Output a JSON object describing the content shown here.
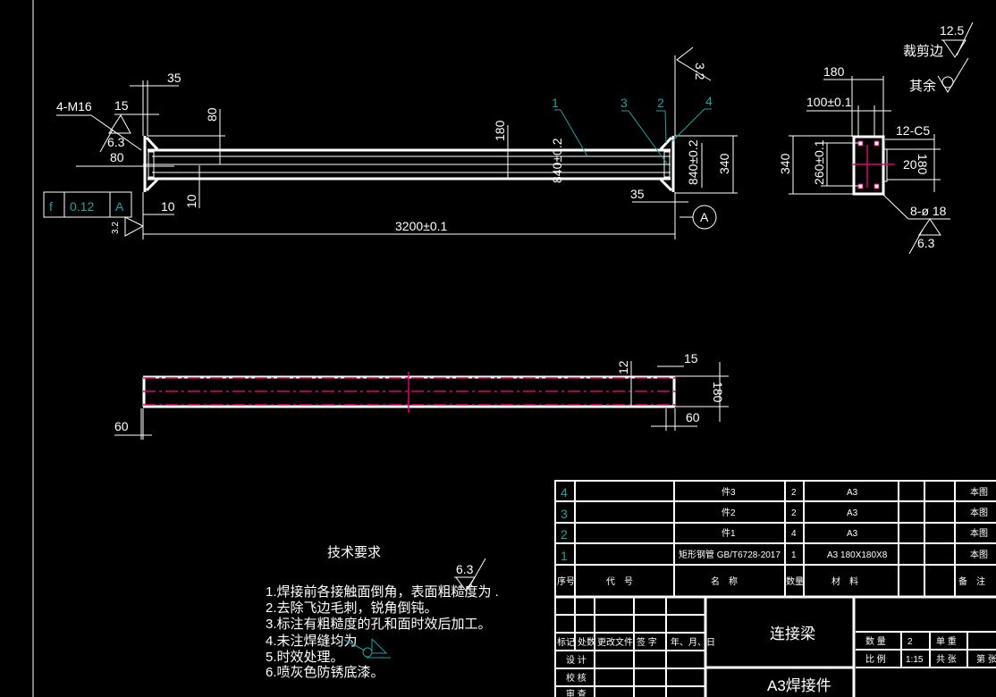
{
  "front_view": {
    "dim_35_top": "35",
    "dim_15": "15",
    "dim_80_v": "80",
    "dim_80": "80",
    "dim_180": "180",
    "dim_10": "10",
    "dim_10_v": "10",
    "dim_3200": "3200±0.1",
    "dim_35_right": "35",
    "dim_840": "840±0.2",
    "dim_340": "340",
    "dim_3_2": "3.2",
    "dim_3_2_left": "3.2",
    "roughness_6_3": "6.3",
    "thread_callout": "4-M16",
    "tolerance_symbol": "f",
    "tolerance_value": "0.12",
    "tolerance_datum": "A",
    "datum_label": "A",
    "balloons": [
      "1",
      "2",
      "3",
      "4"
    ]
  },
  "side_view": {
    "dim_180_top": "180",
    "dim_100": "100±0.1",
    "dim_chamfer": "12-C5",
    "dim_20": "20",
    "dim_180_v": "180",
    "dim_340": "340",
    "dim_260": "260±0.1",
    "holes": "8-ø 18",
    "roughness": "6.3",
    "trim_edge_label": "裁剪边",
    "trim_edge_roughness": "12.5",
    "rest_label": "其余"
  },
  "top_view": {
    "dim_12": "12",
    "dim_15": "15",
    "dim_180": "180",
    "dim_60_left": "60",
    "dim_60_right": "60"
  },
  "tech_requirements": {
    "title": "技术要求",
    "roughness": "6.3",
    "items": [
      "1.焊接前各接触面倒角，表面粗糙度为 .",
      "2.去除飞边毛刺，锐角倒钝。",
      "3.标注有粗糙度的孔和面时效后加工。",
      "4.未注焊缝均为",
      "5.时效处理。",
      "6.喷灰色防锈底漆。"
    ]
  },
  "parts_list": {
    "rows": [
      {
        "no": "4",
        "code": "",
        "name": "件3",
        "qty": "2",
        "material": "A3",
        "remark": "本图"
      },
      {
        "no": "3",
        "code": "",
        "name": "件2",
        "qty": "2",
        "material": "A3",
        "remark": "本图"
      },
      {
        "no": "2",
        "code": "",
        "name": "件1",
        "qty": "4",
        "material": "A3",
        "remark": "本图"
      },
      {
        "no": "1",
        "code": "",
        "name": "矩形钢管 GB/T6728-2017",
        "qty": "1",
        "material": "A3 180X180X8",
        "remark": "本图"
      }
    ],
    "header": {
      "no": "序号",
      "code": "代　号",
      "name": "名　称",
      "qty": "数量",
      "material": "材　料",
      "remark": "备　注"
    }
  },
  "title_block": {
    "drawing_name": "连接梁",
    "material": "A3焊接件",
    "rev_headers": [
      "标记",
      "处数",
      "更改文件",
      "签 字",
      "年、月、日"
    ],
    "roles": [
      "设 计",
      "校 核",
      "审 查"
    ],
    "qty_label": "数 量",
    "qty_value": "2",
    "weight_label": "单 重",
    "scale_label": "比 例",
    "scale_value": "1:15",
    "sheets_label": "共 张",
    "sheet_label": "第 张"
  }
}
